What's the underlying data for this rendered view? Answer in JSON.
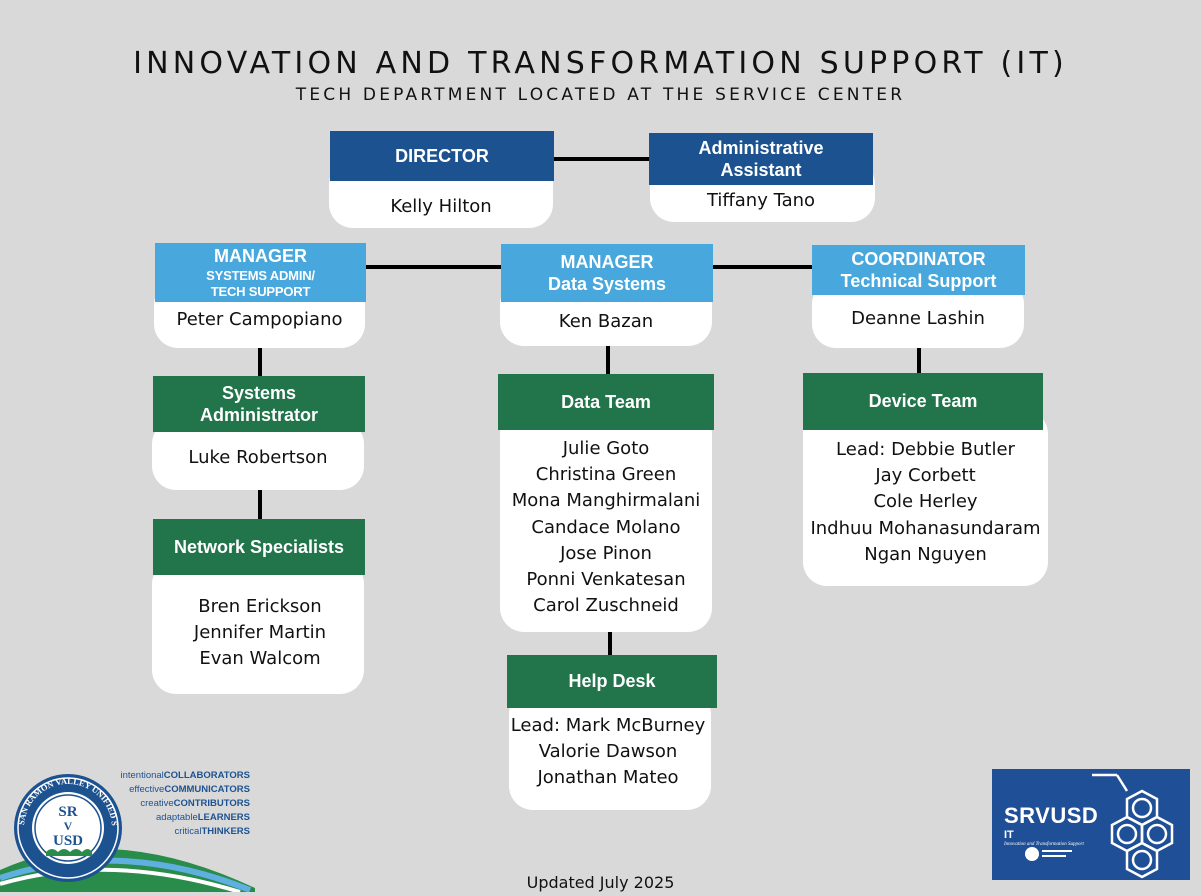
{
  "header": {
    "title": "INNOVATION AND TRANSFORMATION SUPPORT (IT)",
    "subtitle": "TECH DEPARTMENT LOCATED AT THE SERVICE CENTER"
  },
  "org": {
    "director": {
      "role": "DIRECTOR",
      "name": "Kelly Hilton"
    },
    "admin_assistant": {
      "role_line1": "Administrative",
      "role_line2": "Assistant",
      "name": "Tiffany Tano"
    },
    "manager_systems": {
      "role": "MANAGER",
      "role_sub1": "SYSTEMS ADMIN/",
      "role_sub2": "TECH SUPPORT",
      "name": "Peter Campopiano"
    },
    "manager_data": {
      "role": "MANAGER",
      "role_sub": "Data Systems",
      "name": "Ken Bazan"
    },
    "coordinator": {
      "role": "COORDINATOR",
      "role_sub": "Technical  Support",
      "name": "Deanne Lashin"
    },
    "systems_admin": {
      "role_line1": "Systems",
      "role_line2": "Administrator",
      "name": "Luke Robertson"
    },
    "network": {
      "role": "Network Specialists",
      "members": [
        "Bren Erickson",
        "Jennifer Martin",
        "Evan Walcom"
      ]
    },
    "data_team": {
      "role": "Data Team",
      "members": [
        "Julie Goto",
        "Christina Green",
        "Mona Manghirmalani",
        "Candace Molano",
        "Jose Pinon",
        "Ponni Venkatesan",
        "Carol Zuschneid"
      ]
    },
    "device_team": {
      "role": "Device Team",
      "members": [
        "Lead: Debbie Butler",
        "Jay Corbett",
        "Cole Herley",
        "Indhuu Mohanasundaram",
        "Ngan Nguyen"
      ]
    },
    "help_desk": {
      "role": "Help Desk",
      "members": [
        "Lead: Mark McBurney",
        "Valorie Dawson",
        "Jonathan Mateo"
      ]
    }
  },
  "footer": {
    "updated": "Updated July 2025"
  },
  "logo_left": {
    "seal_top": "SR",
    "seal_mid": "V",
    "seal_bottom": "USD",
    "ring_text": "SAN RAMON VALLEY UNIFIED SCHOOL DISTRICT",
    "values": [
      {
        "lo": "intentional",
        "hi": "COLLABORATORS"
      },
      {
        "lo": "effective",
        "hi": "COMMUNICATORS"
      },
      {
        "lo": "creative",
        "hi": "CONTRIBUTORS"
      },
      {
        "lo": "adaptable",
        "hi": "LEARNERS"
      },
      {
        "lo": "critical",
        "hi": "THINKERS"
      }
    ]
  },
  "logo_right": {
    "name": "SRVUSD",
    "sub": "IT",
    "tagline": "Innovation and Transformation Support"
  },
  "colors": {
    "background": "#d9d9d9",
    "navy": "#1d5291",
    "sky": "#48a7dd",
    "green": "#22744a",
    "card": "#ffffff"
  }
}
